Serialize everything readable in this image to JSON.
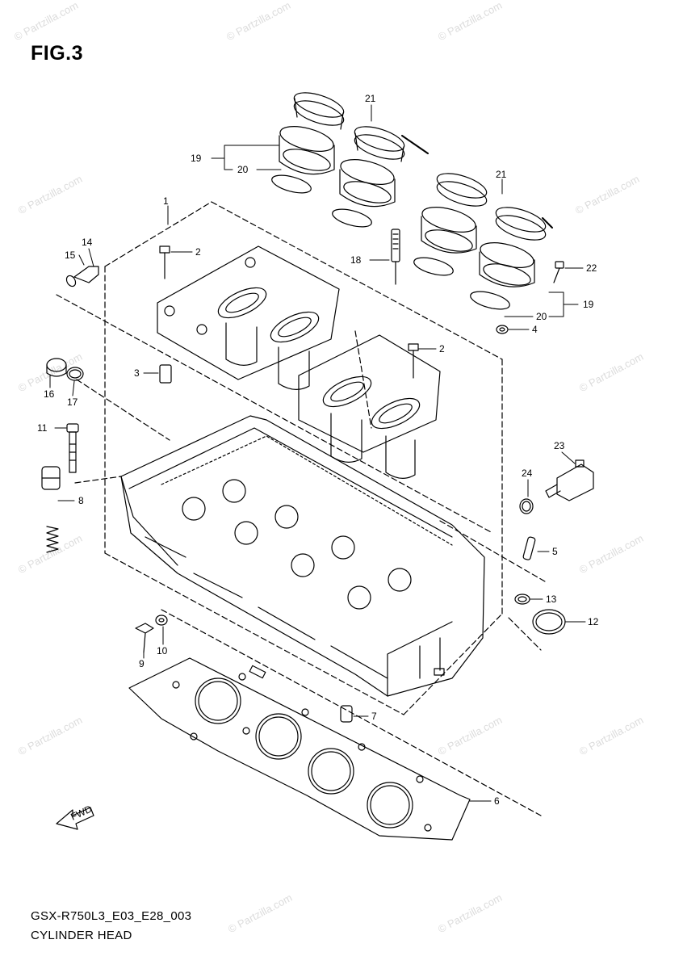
{
  "figure": {
    "title": "FIG.3",
    "code": "GSX-R750L3_E03_E28_003",
    "name": "CYLINDER HEAD",
    "fwd_label": "FWD"
  },
  "watermark": {
    "text": "© Partzilla.com"
  },
  "callouts": [
    "1",
    "2",
    "2",
    "3",
    "4",
    "5",
    "6",
    "7",
    "8",
    "9",
    "10",
    "11",
    "12",
    "13",
    "14",
    "15",
    "16",
    "17",
    "18",
    "19",
    "19",
    "20",
    "20",
    "21",
    "21",
    "22",
    "23",
    "24"
  ]
}
